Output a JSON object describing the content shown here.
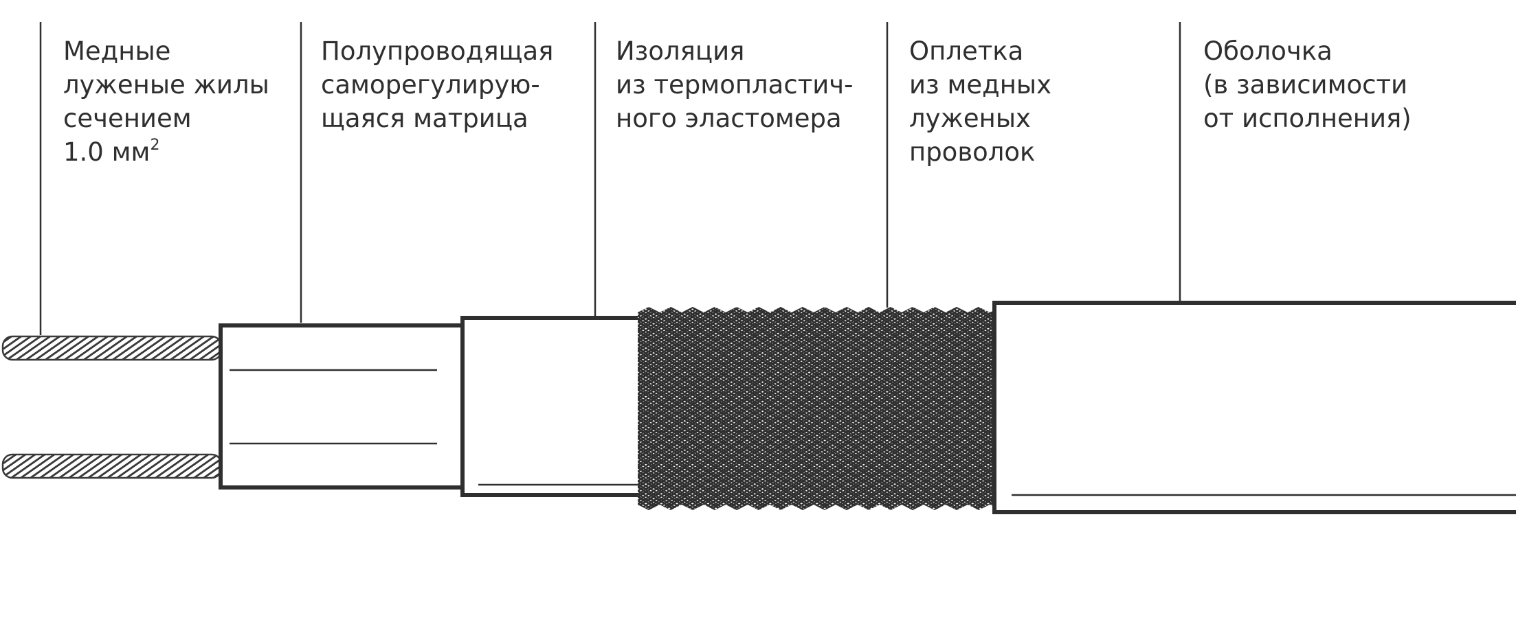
{
  "colors": {
    "ink": "#2f2f2f",
    "background": "#ffffff"
  },
  "labels": [
    {
      "id": "conductors",
      "lines": [
        "Медные",
        "луженые жилы",
        "сечением",
        "1.0 мм"
      ],
      "superscript": "2"
    },
    {
      "id": "matrix",
      "lines": [
        "Полупроводящая",
        "саморегулирую-",
        "щаяся матрица"
      ]
    },
    {
      "id": "insulation",
      "lines": [
        "Изоляция",
        "из термопластич-",
        "ного эластомера"
      ]
    },
    {
      "id": "braid",
      "lines": [
        "Оплетка",
        "из медных",
        "луженых",
        "проволок"
      ]
    },
    {
      "id": "jacket",
      "lines": [
        "Оболочка",
        "(в зависимости",
        "от исполнения)"
      ]
    }
  ]
}
